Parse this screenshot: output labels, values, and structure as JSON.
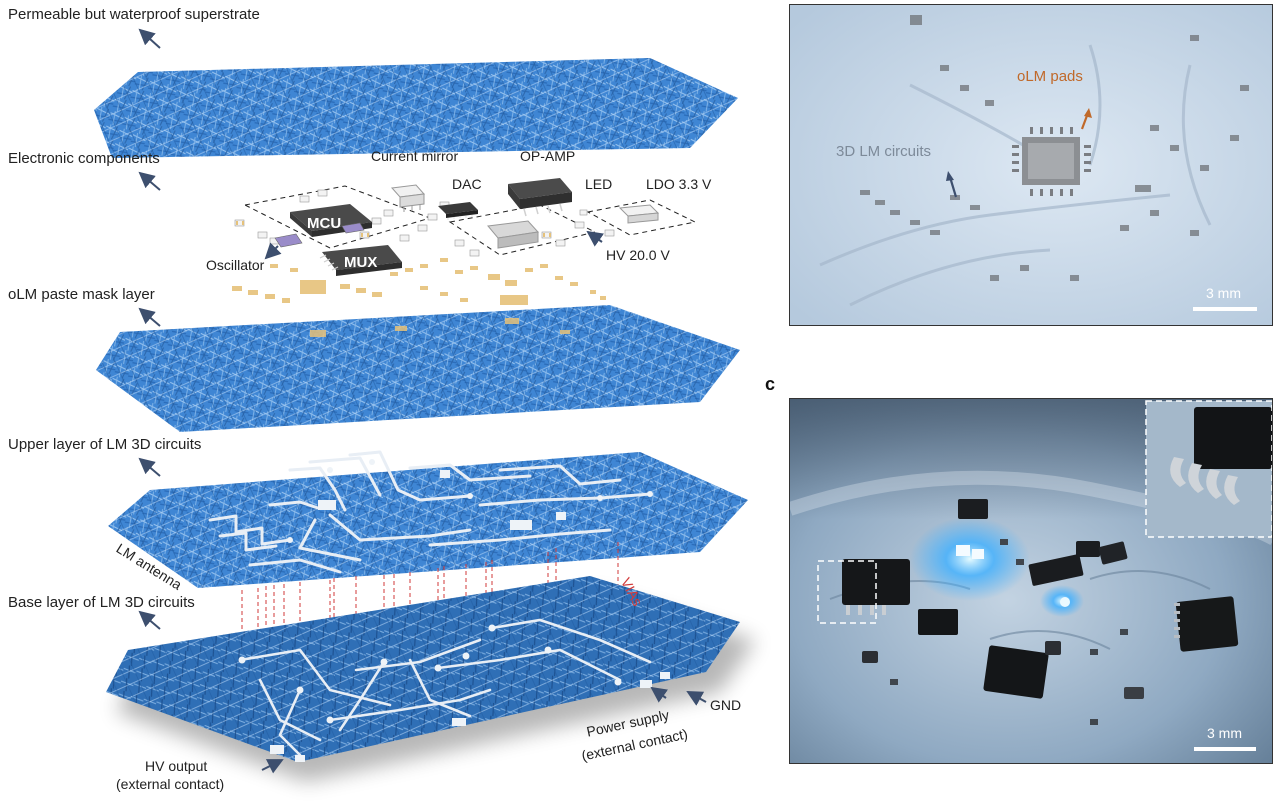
{
  "layers": {
    "superstrate": "Permeable but waterproof superstrate",
    "components": "Electronic components",
    "paste_mask": "oLM paste mask layer",
    "upper": "Upper layer of LM 3D circuits",
    "base": "Base layer of LM 3D circuits"
  },
  "components": {
    "current_mirror": "Current mirror",
    "op_amp": "OP-AMP",
    "dac": "DAC",
    "led": "LED",
    "ldo": "LDO 3.3 V",
    "mcu": "MCU",
    "mux": "MUX",
    "oscillator": "Oscillator",
    "hv": "HV 20.0 V"
  },
  "annotations": {
    "antenna": "LM antenna",
    "vias": "VIAs",
    "gnd": "GND",
    "power_1": "Power supply",
    "power_2": "(external contact)",
    "hv_out_1": "HV output",
    "hv_out_2": "(external contact)"
  },
  "photo_top": {
    "olm_pads": "oLM pads",
    "circuits": "3D LM circuits",
    "scale": "3 mm"
  },
  "photo_bottom": {
    "panel_letter": "c",
    "scale": "3 mm"
  },
  "colors": {
    "mesh": "#3f86d4",
    "trace": "#e8eef5",
    "pad": "#e6c27a",
    "chip": "#4a4a4a",
    "via": "#d23a3a",
    "arrow": "#3d4f6e",
    "orange": "#c0692a"
  }
}
